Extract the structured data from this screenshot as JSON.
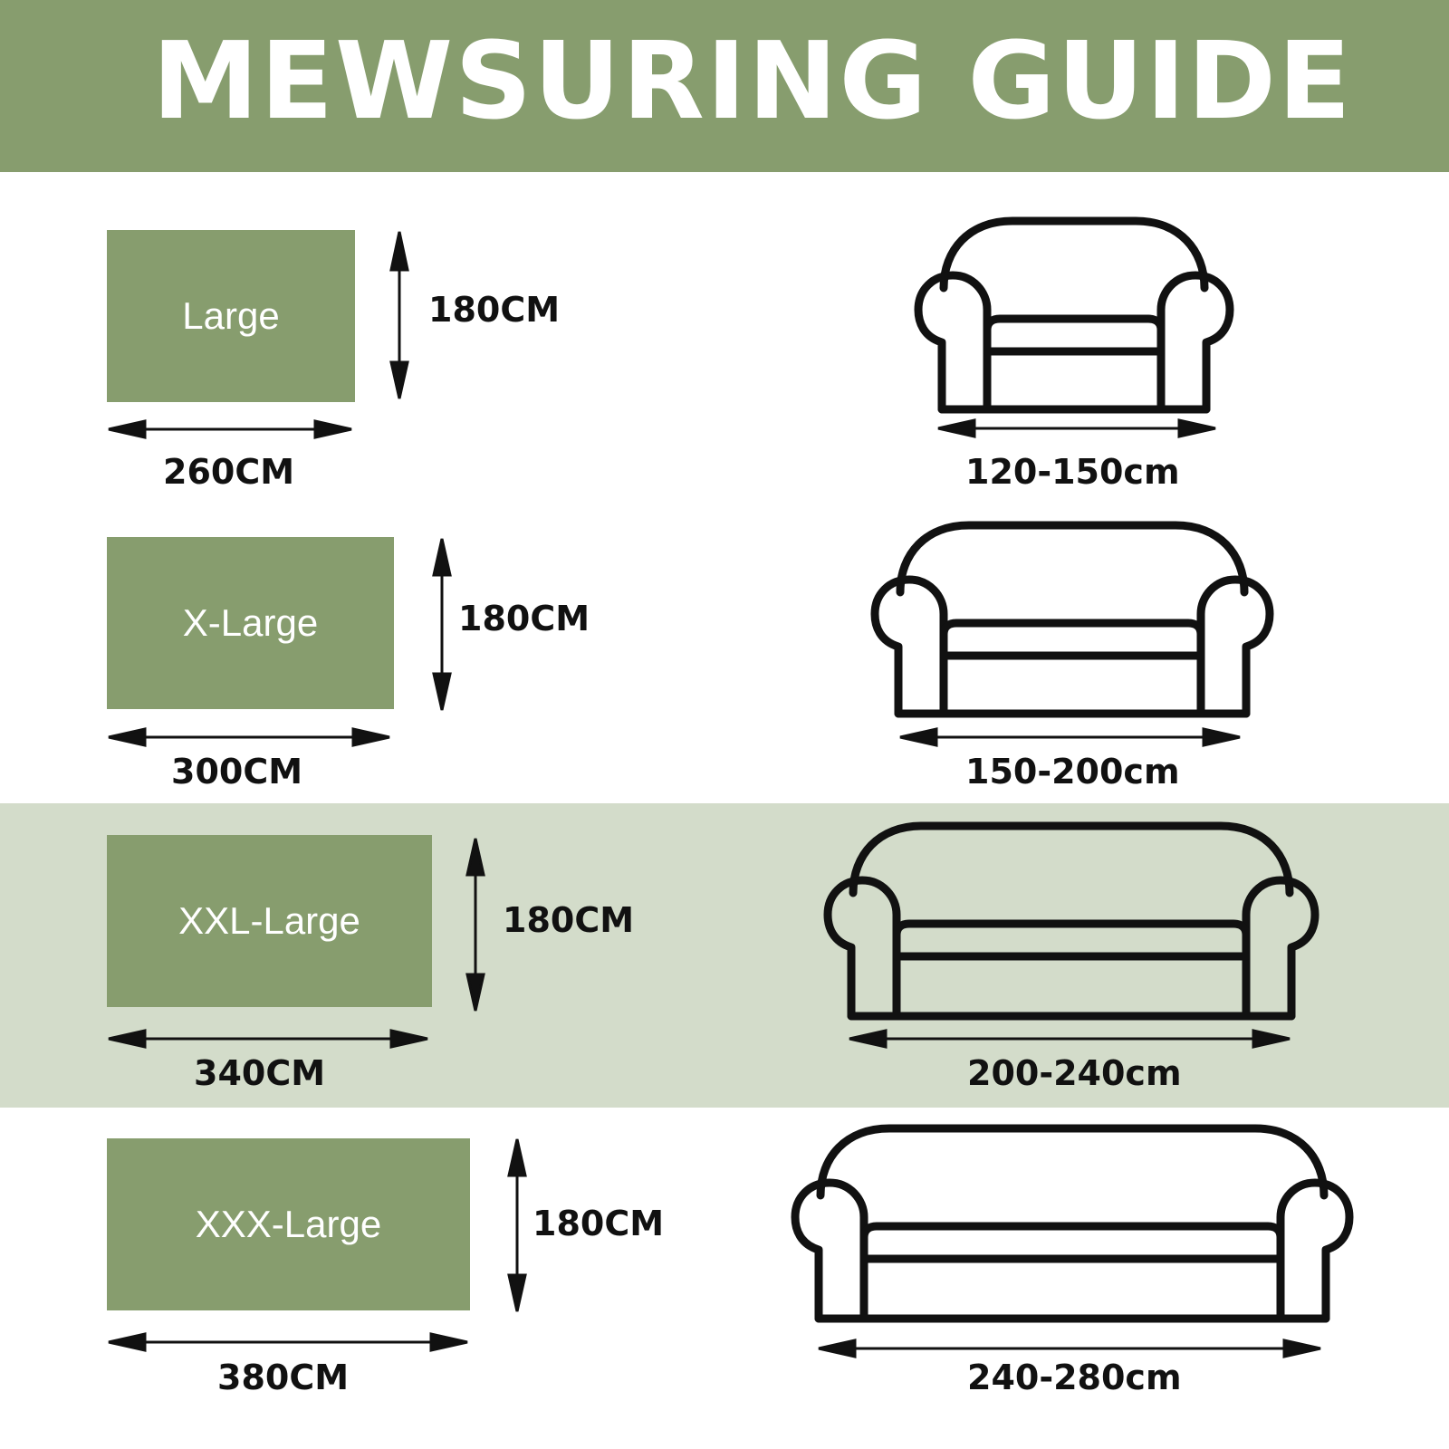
{
  "header": {
    "title": "MEWSURING GUIDE",
    "color": "#879d6e"
  },
  "highlight_band_color": "#d3dcca",
  "sizes": [
    {
      "label": "Large",
      "height": "180CM",
      "width": "260CM",
      "sofa_range": "120-150cm",
      "sofa_icon": "sofa-1-seat-icon"
    },
    {
      "label": "X-Large",
      "height": "180CM",
      "width": "300CM",
      "sofa_range": "150-200cm",
      "sofa_icon": "sofa-2-seat-icon"
    },
    {
      "label": "XXL-Large",
      "height": "180CM",
      "width": "340CM",
      "sofa_range": "200-240cm",
      "sofa_icon": "sofa-3-seat-icon"
    },
    {
      "label": "XXX-Large",
      "height": "180CM",
      "width": "380CM",
      "sofa_range": "240-280cm",
      "sofa_icon": "sofa-4-seat-icon"
    }
  ]
}
